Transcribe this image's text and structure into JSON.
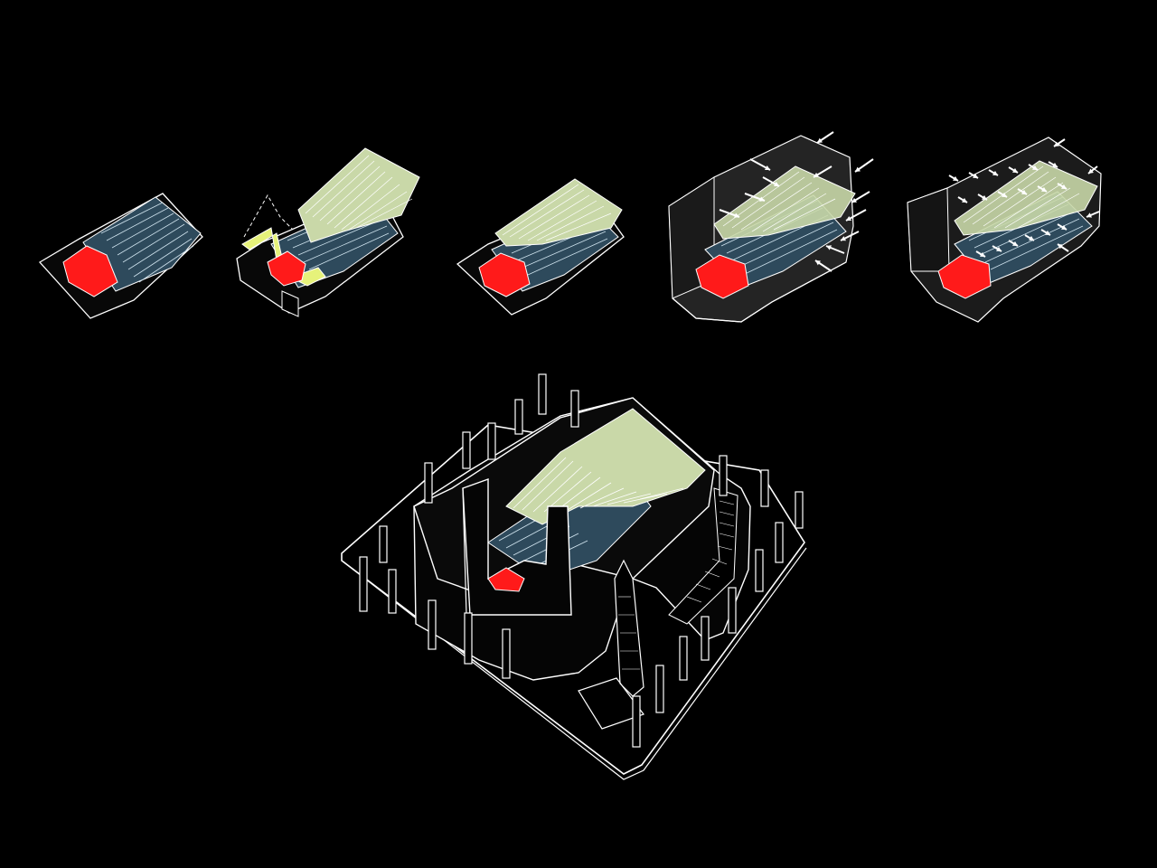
{
  "colors": {
    "background": "#000000",
    "outline": "#ffffff",
    "stage": "#ff1a1a",
    "seating": "#2e4a5c",
    "balcony": "#c9d8a8",
    "balcony_edge": "#ffffff",
    "yellow_band": "#e6f27a",
    "volume_fill": "#1f1f1f",
    "volume_glass": "#2a2a2a",
    "arrow": "#ffffff"
  },
  "diagram": {
    "steps": [
      {
        "name": "step-1",
        "balcony": false,
        "enclosure": false,
        "arrows": 0,
        "yellow": false,
        "tower": false
      },
      {
        "name": "step-2",
        "balcony": true,
        "enclosure": false,
        "arrows": 0,
        "yellow": true,
        "tower": true
      },
      {
        "name": "step-3",
        "balcony": true,
        "enclosure": false,
        "arrows": 0,
        "yellow": false,
        "tower": false
      },
      {
        "name": "step-4",
        "balcony": true,
        "enclosure": true,
        "arrows": 12,
        "yellow": false,
        "tower": false
      },
      {
        "name": "step-5",
        "balcony": true,
        "enclosure": true,
        "arrows": 22,
        "yellow": false,
        "tower": false
      }
    ],
    "main_columns": 22
  }
}
